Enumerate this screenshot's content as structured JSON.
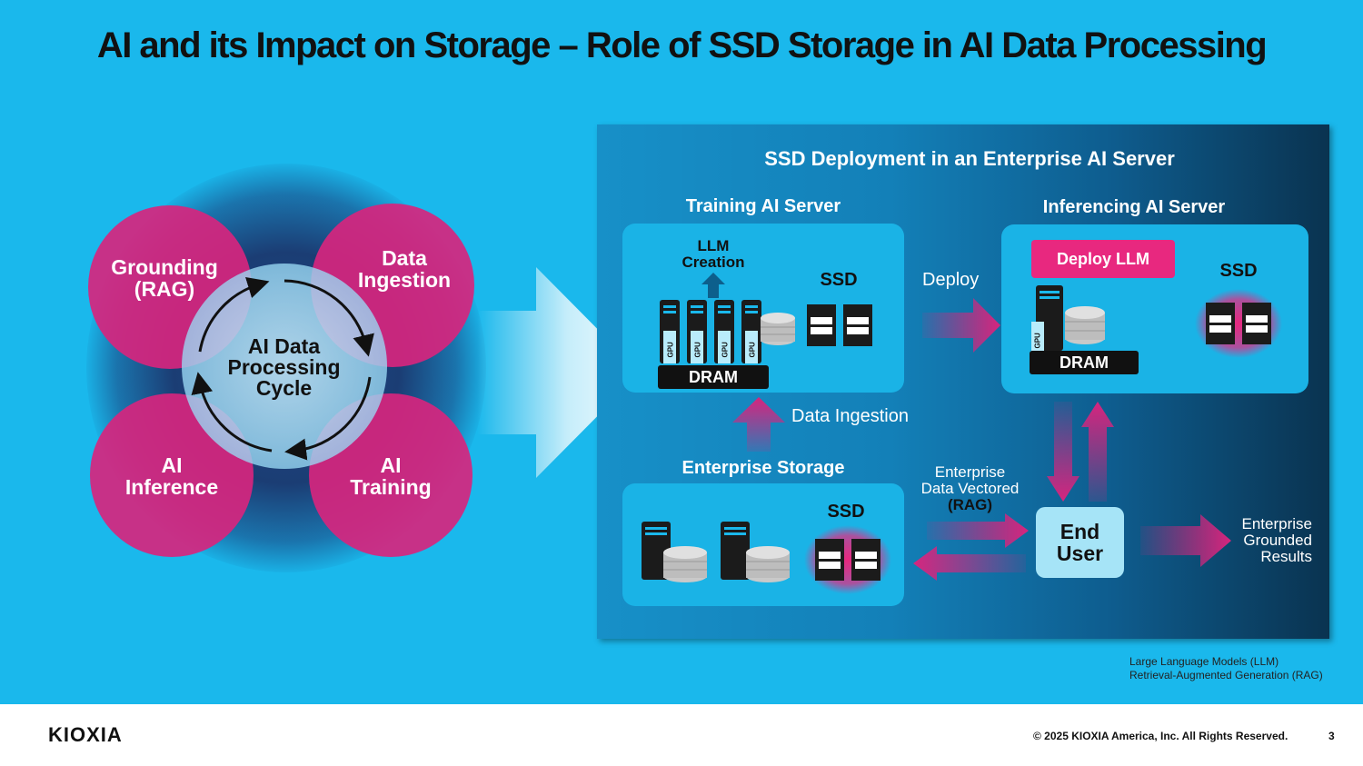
{
  "title": "AI and its Impact on Storage – Role of SSD Storage in AI Data Processing",
  "cycle": {
    "center": [
      "AI Data",
      "Processing",
      "Cycle"
    ],
    "petals": [
      {
        "lines": [
          "Grounding",
          "(RAG)"
        ]
      },
      {
        "lines": [
          "Data",
          "Ingestion"
        ]
      },
      {
        "lines": [
          "AI",
          "Inference"
        ]
      },
      {
        "lines": [
          "AI",
          "Training"
        ]
      }
    ]
  },
  "panel": {
    "title": "SSD Deployment in an Enterprise AI Server",
    "training": {
      "title": "Training AI Server",
      "llm": [
        "LLM",
        "Creation"
      ],
      "ssd": "SSD",
      "dram": "DRAM",
      "gpu": "GPU"
    },
    "inferencing": {
      "title": "Inferencing AI Server",
      "deploy_llm": "Deploy LLM",
      "ssd": "SSD",
      "dram": "DRAM",
      "gpu": "GPU"
    },
    "storage": {
      "title": "Enterprise Storage",
      "ssd": "SSD"
    },
    "deploy": "Deploy",
    "data_ingestion": "Data Ingestion",
    "vectored": [
      "Enterprise",
      "Data Vectored",
      "(RAG)"
    ],
    "end_user": [
      "End",
      "User"
    ],
    "results": [
      "Enterprise",
      "Grounded",
      "Results"
    ]
  },
  "footnotes": [
    "Large Language Models (LLM)",
    "Retrieval-Augmented Generation (RAG)"
  ],
  "footer": {
    "logo": "KIOXIA",
    "copyright": "© 2025 KIOXIA America, Inc. All Rights Reserved.",
    "page": "3"
  },
  "colors": {
    "background": "#1ab8ec",
    "magenta": "#d6257e",
    "panel_dark": "#0a3350",
    "box": "#1ab3e6"
  }
}
